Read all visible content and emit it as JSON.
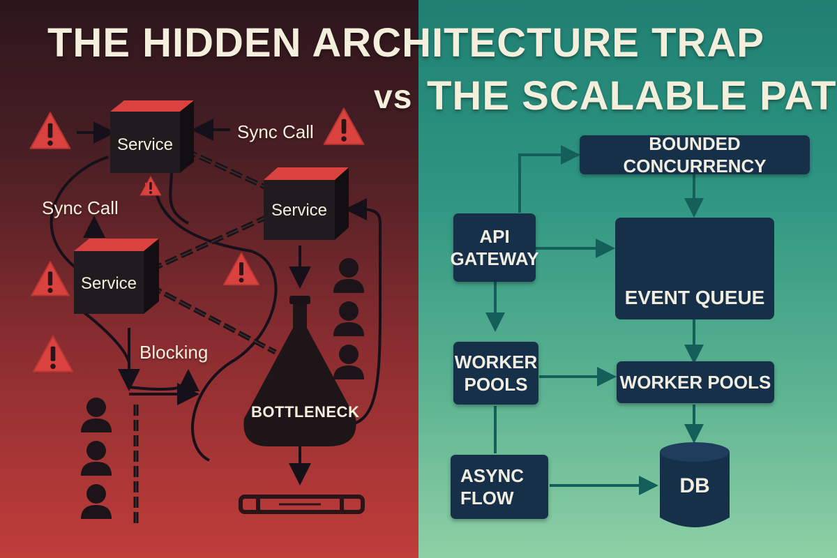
{
  "title": {
    "line1": "THE HIDDEN ARCHITECTURE TRAP",
    "vs": "vs",
    "line2": "THE SCALABLE PATH"
  },
  "colors": {
    "trap_top": "#2b161c",
    "trap_bottom": "#c03d3a",
    "scalable_top": "#1f7f72",
    "scalable_bottom": "#8fd0a6",
    "box": "#17304a",
    "warning": "#d9423f",
    "text": "#f4efdc"
  },
  "trap": {
    "services": [
      "Service",
      "Service",
      "Service"
    ],
    "labels": {
      "sync_call_top": "Sync Call",
      "sync_call_left": "Sync Call",
      "blocking": "Blocking"
    },
    "bottleneck": "BOTTLENECK",
    "icons": [
      "warning-icon",
      "chain-icon",
      "flask-icon",
      "person-icon",
      "broken-pipe-icon"
    ]
  },
  "scalable": {
    "bounded_concurrency": "BOUNDED CONCURRENCY",
    "api_gateway": "API\nGATEWAY",
    "event_queue": "EVENT QUEUE",
    "worker_pools_left": "WORKER\nPOOLS",
    "worker_pools_right": "WORKER POOLS",
    "async_flow": "ASYNC\nFLOW",
    "db": "DB",
    "icons": [
      "person-icon",
      "database-icon",
      "arrow-icon"
    ]
  }
}
